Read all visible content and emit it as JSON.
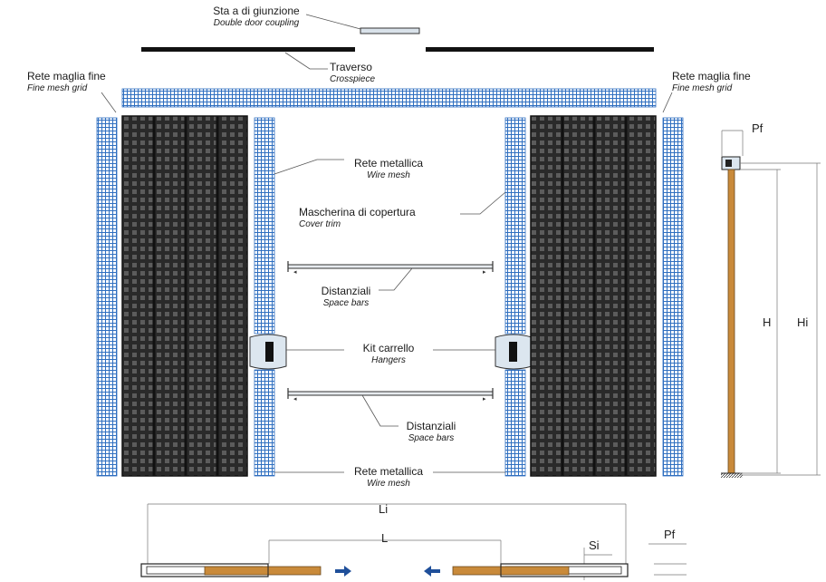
{
  "labels": {
    "coupling": {
      "main": "Sta  a di giunzione",
      "sub": "Double door coupling"
    },
    "crosspiece": {
      "main": "Traverso",
      "sub": "Crosspiece"
    },
    "mesh_left": {
      "main": "Rete maglia fine",
      "sub": "Fine mesh grid"
    },
    "mesh_right": {
      "main": "Rete maglia fine",
      "sub": "Fine mesh grid"
    },
    "wire_top": {
      "main": "Rete metallica",
      "sub": "Wire mesh"
    },
    "cover": {
      "main": "Mascherina di copertura",
      "sub": "Cover trim"
    },
    "spacer_top": {
      "main": "Distanziali",
      "sub": "Space bars"
    },
    "hangers": {
      "main": "Kit carrello",
      "sub": "Hangers"
    },
    "spacer_bottom": {
      "main": "Distanziali",
      "sub": "Space bars"
    },
    "wire_bottom": {
      "main": "Rete metallica",
      "sub": "Wire mesh"
    }
  },
  "dimensions": {
    "pf_side": "Pf",
    "h": "H",
    "hi": "Hi",
    "li": "Li",
    "l": "L",
    "si": "Si",
    "pf_plan": "Pf"
  },
  "colors": {
    "mesh_blue": "#2f6fc0",
    "panel_dark": "#1b1b1b",
    "wood": "#c98a3a",
    "arrow_blue": "#1f4f9a",
    "leader": "#555555"
  },
  "icons": {
    "arrow_right": "arrow-right-icon",
    "arrow_left": "arrow-left-icon"
  }
}
